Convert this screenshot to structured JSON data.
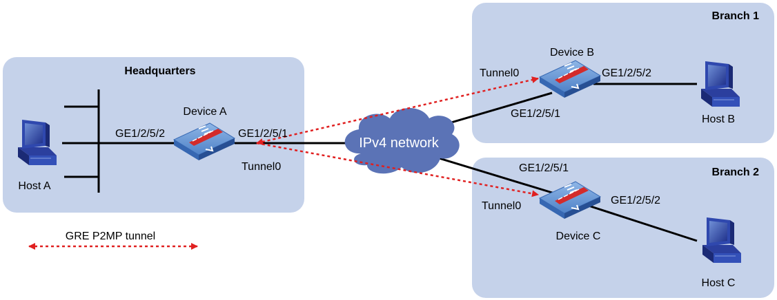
{
  "colors": {
    "region_fill": "#c5d2ea",
    "cloud_fill": "#5b73b6",
    "tunnel": "#e02020",
    "link": "#000000"
  },
  "regions": {
    "headquarters": "Headquarters",
    "branch1": "Branch 1",
    "branch2": "Branch 2"
  },
  "cloud": {
    "label": "IPv4 network"
  },
  "devices": {
    "a": {
      "name": "Device A",
      "icon": "switch-firewall-icon"
    },
    "b": {
      "name": "Device B",
      "icon": "switch-firewall-icon"
    },
    "c": {
      "name": "Device C",
      "icon": "switch-firewall-icon"
    }
  },
  "hosts": {
    "a": {
      "name": "Host A",
      "icon": "computer-icon"
    },
    "b": {
      "name": "Host B",
      "icon": "computer-icon"
    },
    "c": {
      "name": "Host C",
      "icon": "computer-icon"
    }
  },
  "interfaces": {
    "a_host": "GE1/2/5/2",
    "a_net": "GE1/2/5/1",
    "a_tunnel": "Tunnel0",
    "b_net": "GE1/2/5/1",
    "b_host": "GE1/2/5/2",
    "b_tunnel": "Tunnel0",
    "c_net": "GE1/2/5/1",
    "c_host": "GE1/2/5/2",
    "c_tunnel": "Tunnel0"
  },
  "legend": {
    "label": "GRE P2MP tunnel"
  }
}
